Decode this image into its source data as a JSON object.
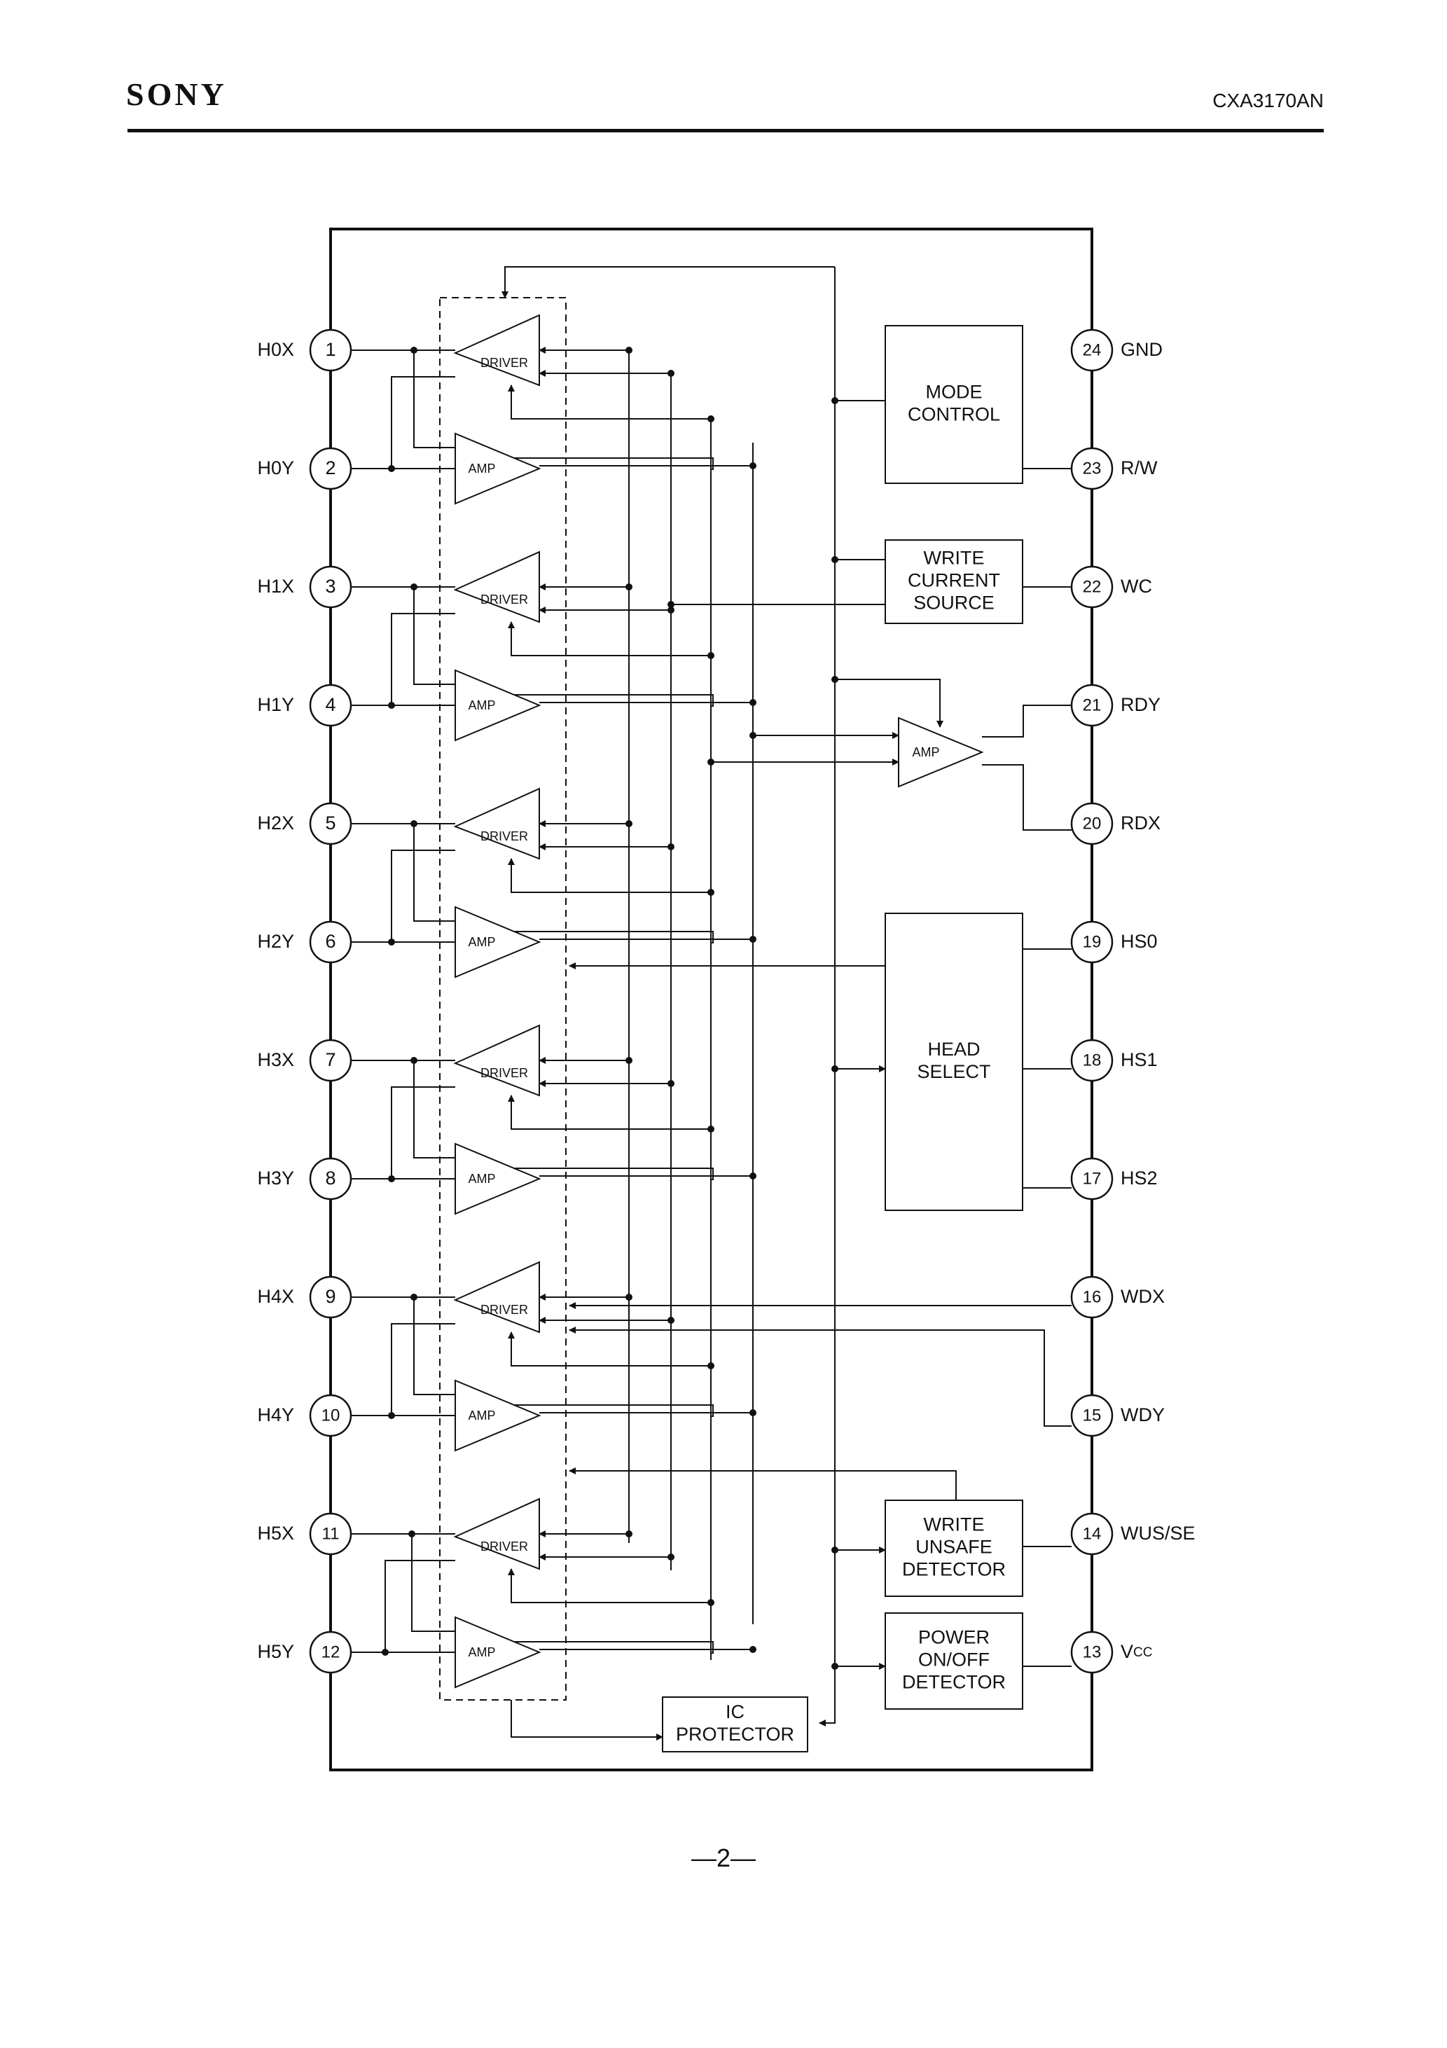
{
  "header": {
    "brand": "SONY",
    "part_number": "CXA3170AN"
  },
  "footer": {
    "page": "—2—"
  },
  "pins_left": [
    {
      "num": "1",
      "label": "H0X"
    },
    {
      "num": "2",
      "label": "H0Y"
    },
    {
      "num": "3",
      "label": "H1X"
    },
    {
      "num": "4",
      "label": "H1Y"
    },
    {
      "num": "5",
      "label": "H2X"
    },
    {
      "num": "6",
      "label": "H2Y"
    },
    {
      "num": "7",
      "label": "H3X"
    },
    {
      "num": "8",
      "label": "H3Y"
    },
    {
      "num": "9",
      "label": "H4X"
    },
    {
      "num": "10",
      "label": "H4Y"
    },
    {
      "num": "11",
      "label": "H5X"
    },
    {
      "num": "12",
      "label": "H5Y"
    }
  ],
  "pins_right": [
    {
      "num": "24",
      "label": "GND"
    },
    {
      "num": "23",
      "label": "R/W"
    },
    {
      "num": "22",
      "label": "WC"
    },
    {
      "num": "21",
      "label": "RDY"
    },
    {
      "num": "20",
      "label": "RDX"
    },
    {
      "num": "19",
      "label": "HS0"
    },
    {
      "num": "18",
      "label": "HS1"
    },
    {
      "num": "17",
      "label": "HS2"
    },
    {
      "num": "16",
      "label": "WDX"
    },
    {
      "num": "15",
      "label": "WDY"
    },
    {
      "num": "14",
      "label": "WUS/SE"
    },
    {
      "num": "13",
      "label": "Vcc"
    }
  ],
  "blocks": {
    "mode_control": [
      "MODE",
      "CONTROL"
    ],
    "write_current_source": [
      "WRITE",
      "CURRENT",
      "SOURCE"
    ],
    "head_select": [
      "HEAD",
      "SELECT"
    ],
    "write_unsafe_detector": [
      "WRITE",
      "UNSAFE",
      "DETECTOR"
    ],
    "power_detector": [
      "POWER",
      "ON/OFF",
      "DETECTOR"
    ],
    "ic_protector": [
      "IC",
      "PROTECTOR"
    ]
  },
  "triangles": {
    "driver": "DRIVER",
    "amp": "AMP"
  }
}
